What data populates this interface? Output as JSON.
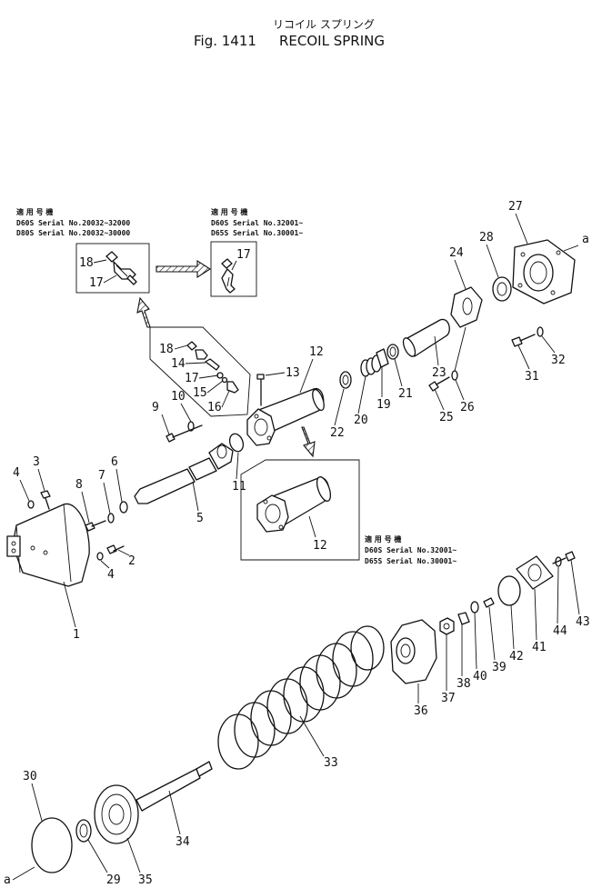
{
  "title": {
    "japanese": "リコイル スプリング",
    "figure": "Fig. 1411",
    "english": "RECOIL SPRING"
  },
  "notes": {
    "box1": {
      "heading": "適 用 号 機",
      "line1": "D60S  Serial No.20032~32000",
      "line2": "D80S  Serial No.20032~30000"
    },
    "box2": {
      "heading": "適 用 号 機",
      "line1": "D60S  Serial No.32001~",
      "line2": "D65S  Serial No.30001~"
    },
    "box3": {
      "heading": "適 用 号 機",
      "line1": "D60S  Serial No.32001~",
      "line2": "D65S  Serial No.30001~"
    }
  },
  "connector_ref": "a",
  "part_numbers": [
    "1",
    "2",
    "3",
    "4",
    "4",
    "5",
    "6",
    "7",
    "8",
    "9",
    "10",
    "11",
    "12",
    "12",
    "13",
    "14",
    "15",
    "16",
    "17",
    "17",
    "17",
    "18",
    "18",
    "19",
    "20",
    "21",
    "22",
    "23",
    "24",
    "25",
    "26",
    "27",
    "28",
    "29",
    "30",
    "31",
    "32",
    "33",
    "34",
    "35",
    "36",
    "37",
    "38",
    "39",
    "40",
    "41",
    "42",
    "43",
    "44"
  ]
}
